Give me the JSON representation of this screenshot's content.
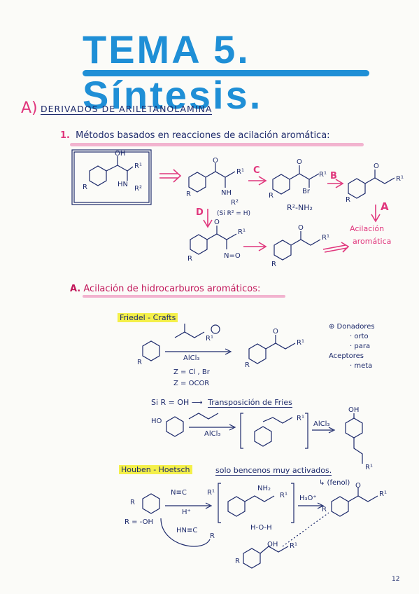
{
  "title": "TEMA 5. Síntesis.",
  "section": {
    "letter": "A)",
    "title": "DERIVADOS DE ARILETANOLAMINA"
  },
  "method1": {
    "number": "1.",
    "title": "Métodos basados en reacciones de acilación aromática:"
  },
  "scheme": {
    "amine_label": "R²-NH₂",
    "condition_d": "(Si R² = H)",
    "letter_b": "B",
    "letter_c": "C",
    "letter_d": "D",
    "letter_a": "A",
    "acylation_line1": "Acilación",
    "acylation_line2": "aromática",
    "substituent_r": "R",
    "substituent_r1": "R¹",
    "substituent_r2": "R²",
    "group_oh": "OH",
    "group_hn": "HN",
    "group_nh": "NH",
    "group_br": "Br",
    "group_no": "N=O",
    "group_o": "O"
  },
  "sectionA": {
    "number": "A.",
    "title": "Acilación de hidrocarburos aromáticos:"
  },
  "friedel": {
    "name": "Friedel - Crafts",
    "catalyst": "AlCl₃",
    "z1": "Z = Cl , Br",
    "z2": "Z = OCOR",
    "notes": [
      "⊕ Donadores",
      "· orto",
      "· para",
      "Aceptores",
      "· meta"
    ]
  },
  "fries": {
    "condition": "Si R = OH ⟶",
    "name": "Transposición de Fries",
    "catalyst": "AlCl₃",
    "ho": "HO"
  },
  "houben": {
    "name": "Houben - Hoetsch",
    "note": "solo bencenos muy activados.",
    "fenol": "↳ (fenol)",
    "nitrile": "N≡C",
    "proton": "H⁺",
    "iminium": "NH₂",
    "hydrolysis": "H₃O⁺",
    "r_def": "R = -OH",
    "water": "H-O-H",
    "nitrilium": "HN≡C"
  },
  "page_number": "12"
}
